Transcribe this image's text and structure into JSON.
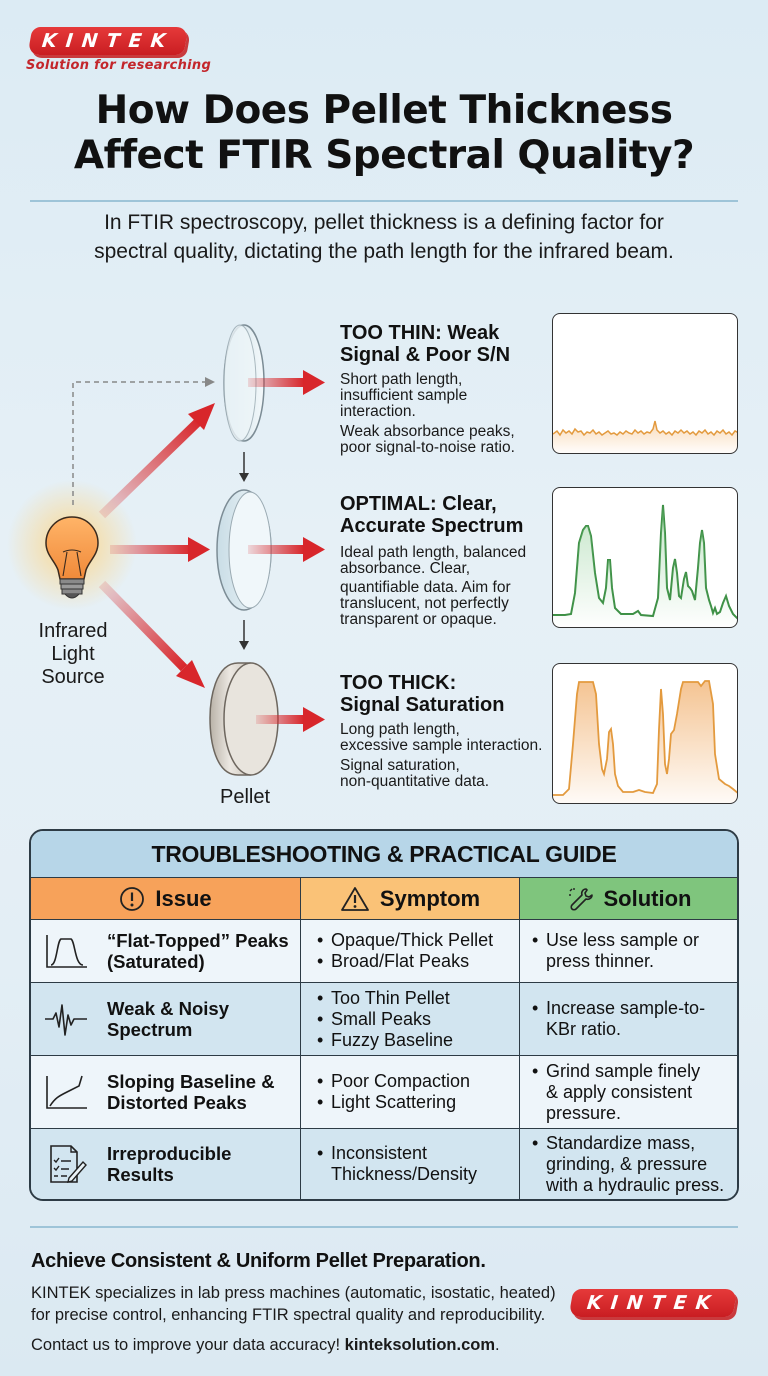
{
  "brand": {
    "name": "KINTEK",
    "tagline": "Solution for researching",
    "accent_color": "#d0252b"
  },
  "header": {
    "title_line1": "How Does Pellet Thickness",
    "title_line2": "Affect FTIR Spectral Quality?",
    "intro_line1": "In FTIR spectroscopy, pellet thickness is a defining factor for",
    "intro_line2": "spectral quality, dictating the path length for the infrared beam."
  },
  "diagram": {
    "source_label_line1": "Infrared",
    "source_label_line2": "Light",
    "source_label_line3": "Source",
    "pellet_label": "Pellet",
    "beam_color": "#d8262b",
    "stages": [
      {
        "title_line1": "TOO THIN: Weak",
        "title_line2": "Signal & Poor S/N",
        "desc_p1_line1": "Short path length,",
        "desc_p1_line2": "insufficient sample",
        "desc_p1_line3": "interaction.",
        "desc_p2_line1": "Weak absorbance peaks,",
        "desc_p2_line2": "poor signal-to-noise ratio.",
        "spectrum_color": "#e39a3e"
      },
      {
        "title_line1": "OPTIMAL: Clear,",
        "title_line2": "Accurate Spectrum",
        "desc_p1_line1": "Ideal path length, balanced",
        "desc_p1_line2": "absorbance. Clear,",
        "desc_p2_line1": "quantifiable data. Aim for",
        "desc_p2_line2": "translucent, not perfectly",
        "desc_p2_line3": "transparent or opaque.",
        "spectrum_color": "#3d8f45"
      },
      {
        "title_line1": "TOO THICK:",
        "title_line2": "Signal Saturation",
        "desc_p1_line1": "Long path length,",
        "desc_p1_line2": "excessive sample interaction.",
        "desc_p2_line1": "Signal saturation,",
        "desc_p2_line2": "non-quantitative data.",
        "spectrum_color": "#e39a3e"
      }
    ]
  },
  "guide": {
    "title": "TROUBLESHOOTING & PRACTICAL GUIDE",
    "headers": {
      "issue": "Issue",
      "symptom": "Symptom",
      "solution": "Solution"
    },
    "header_colors": {
      "issue": "#f7a25a",
      "symptom": "#fac277",
      "solution": "#7fc57d"
    },
    "rows": [
      {
        "icon": "flat-top-peak-icon",
        "issue_line1": "“Flat-Topped” Peaks",
        "issue_line2": "(Saturated)",
        "symptoms": [
          "Opaque/Thick Pellet",
          "Broad/Flat Peaks"
        ],
        "solution_line1": "Use less sample or",
        "solution_line2": "press thinner."
      },
      {
        "icon": "noisy-signal-icon",
        "issue_line1": "Weak & Noisy",
        "issue_line2": "Spectrum",
        "symptoms": [
          "Too Thin Pellet",
          "Small Peaks",
          "Fuzzy Baseline"
        ],
        "solution_line1": "Increase sample-to-",
        "solution_line2": "KBr ratio."
      },
      {
        "icon": "sloping-baseline-icon",
        "issue_line1": "Sloping Baseline &",
        "issue_line2": "Distorted Peaks",
        "symptoms": [
          "Poor Compaction",
          "Light Scattering"
        ],
        "solution_line1": "Grind sample finely",
        "solution_line2": "& apply consistent",
        "solution_line3": "pressure."
      },
      {
        "icon": "document-checklist-icon",
        "issue_line1": "Irreproducible",
        "issue_line2": "Results",
        "symptoms": [
          "Inconsistent",
          "Thickness/Density"
        ],
        "solution_line1": "Standardize mass,",
        "solution_line2": "grinding, & pressure",
        "solution_line3": "with a hydraulic press."
      }
    ]
  },
  "footer": {
    "title": "Achieve Consistent & Uniform Pellet Preparation.",
    "desc_line1": "KINTEK specializes in lab press machines (automatic, isostatic, heated)",
    "desc_line2": "for precise control, enhancing FTIR spectral quality and reproducibility.",
    "contact_text": "Contact us to improve your data accuracy! ",
    "contact_link": "kinteksolution.com",
    "contact_end": "."
  }
}
